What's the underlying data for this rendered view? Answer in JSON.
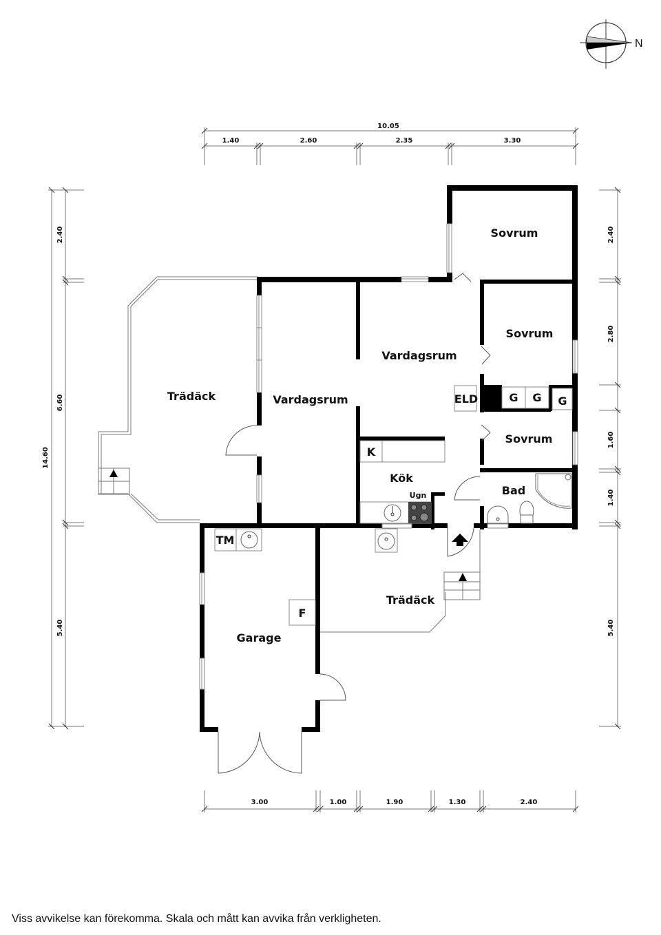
{
  "compass": {
    "north_label": "N",
    "icon": "compass-icon"
  },
  "rooms": {
    "sovrum_top": "Sovrum",
    "sovrum_mid": "Sovrum",
    "sovrum_low": "Sovrum",
    "vardagsrum_main": "Vardagsrum",
    "vardagsrum_west": "Vardagsrum",
    "tradack_west": "Trädäck",
    "tradack_south": "Trädäck",
    "kok": "Kök",
    "bad": "Bad",
    "garage": "Garage"
  },
  "fixtures": {
    "eld": "ELD",
    "g1": "G",
    "g2": "G",
    "g3": "G",
    "k": "K",
    "ugn": "Ugn",
    "tm": "TM",
    "f": "F"
  },
  "dimensions": {
    "top_total": "10.05",
    "top": [
      "1.40",
      "2.60",
      "2.35",
      "3.30"
    ],
    "bottom": [
      "3.00",
      "1.00",
      "1.90",
      "1.30",
      "2.40"
    ],
    "left_total": "14.60",
    "left": [
      "2.40",
      "6.60",
      "5.40"
    ],
    "right": [
      "2.40",
      "2.80",
      "1.60",
      "1.40",
      "5.40"
    ]
  },
  "disclaimer": "Viss avvikelse kan förekomma. Skala och mått kan avvika från verkligheten."
}
